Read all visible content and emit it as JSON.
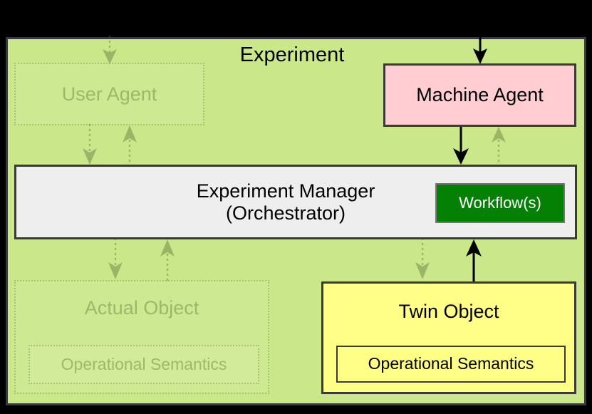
{
  "diagram": {
    "title": "Experiment",
    "background_color": "#cae88a",
    "nodes": {
      "user_agent": {
        "label": "User Agent",
        "state": "faded",
        "fill": "transparent",
        "border": "dotted"
      },
      "machine_agent": {
        "label": "Machine Agent",
        "state": "active",
        "fill": "#ffcdd2",
        "border": "solid"
      },
      "experiment_manager": {
        "label": "Experiment Manager\n(Orchestrator)",
        "state": "active",
        "fill": "#eeeeee",
        "border": "solid"
      },
      "workflows": {
        "label": "Workflow(s)",
        "state": "active",
        "fill": "#048104",
        "text_color": "#ffffff"
      },
      "actual_object": {
        "label": "Actual Object",
        "state": "faded",
        "fill": "transparent",
        "border": "dotted"
      },
      "actual_object_semantics": {
        "label": "Operational Semantics",
        "state": "faded",
        "fill": "transparent",
        "border": "dotted"
      },
      "twin_object": {
        "label": "Twin Object",
        "state": "active",
        "fill": "#ffff88",
        "border": "solid"
      },
      "twin_object_semantics": {
        "label": "Operational Semantics",
        "state": "active",
        "fill": "#ffff88",
        "border": "solid"
      }
    },
    "connectors": [
      {
        "name": "external-to-user-agent",
        "style": "dotted",
        "direction": "down",
        "state": "faded"
      },
      {
        "name": "external-to-machine-agent",
        "style": "solid",
        "direction": "down",
        "state": "active"
      },
      {
        "name": "user-agent-to-experiment-manager",
        "style": "dotted",
        "direction": "down",
        "state": "faded"
      },
      {
        "name": "experiment-manager-to-user-agent",
        "style": "dotted",
        "direction": "up",
        "state": "faded"
      },
      {
        "name": "machine-agent-to-experiment-manager",
        "style": "solid",
        "direction": "down",
        "state": "active"
      },
      {
        "name": "experiment-manager-to-machine-agent",
        "style": "dotted",
        "direction": "up",
        "state": "faded"
      },
      {
        "name": "experiment-manager-to-actual-object",
        "style": "dotted",
        "direction": "down",
        "state": "faded"
      },
      {
        "name": "actual-object-to-experiment-manager",
        "style": "dotted",
        "direction": "up",
        "state": "faded"
      },
      {
        "name": "experiment-manager-to-twin-object",
        "style": "dotted",
        "direction": "down",
        "state": "faded"
      },
      {
        "name": "twin-object-to-experiment-manager",
        "style": "solid",
        "direction": "up",
        "state": "active"
      }
    ]
  }
}
